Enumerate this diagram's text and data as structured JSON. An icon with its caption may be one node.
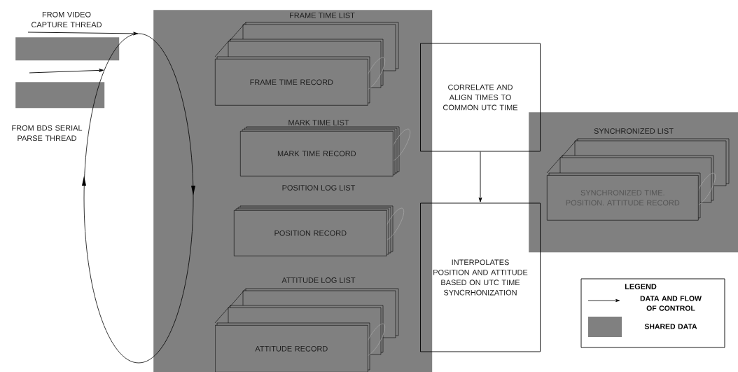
{
  "diagram": {
    "nodes": [
      {
        "text": [
          "FROM VIDEO CAPTURE THREAD"
        ]
      },
      {
        "text": [
          "FROM BDS SERIAL PARSE THREAD"
        ]
      },
      {
        "text": [],
        "shape": "circle"
      },
      {
        "text": [],
        "shape": "box"
      },
      {
        "text": [
          "FRAME TIME LIST",
          "FRAME TIME RECORD"
        ],
        "in": 3
      },
      {
        "text": [
          "MARK TIME LIST",
          "MARK TIME RECORD"
        ],
        "in": 3
      },
      {
        "text": [
          "POSITION LOG LIST",
          "POSITION RECORD"
        ],
        "in": 3
      },
      {
        "text": [
          "ATTITUDE LOG LIST",
          "ATTITUDE RECORD"
        ],
        "in": 3
      },
      {
        "text": [
          "CORRELATE AND ALIGN TIMES TO COMMON UTC TIME"
        ]
      },
      {
        "text": [
          "INTERPOLATES POSITION AND ATTITUDE BASED ON UTC TIME SYNCRHONIZATION"
        ]
      },
      {
        "text": [],
        "shape": "box"
      },
      {
        "text": [
          "SYNCHRONIZED LIST",
          "SYNCHRONIZED TIME. POSITION. ATTITUDE RECORD"
        ],
        "in": 10
      }
    ],
    "edges": [
      {
        "from": 0,
        "to": 2,
        "arrow": "to"
      },
      {
        "from": 1,
        "to": 2,
        "arrow": "to"
      },
      {
        "from": 8,
        "to": 9,
        "arrow": "to"
      }
    ],
    "labels": [
      "LEGEND"
    ],
    "legend": [
      {
        "text": "DATA AND FLOW OF CONTROL"
      },
      {
        "text": "SHARED DATA",
        "color": "#808080"
      }
    ]
  }
}
